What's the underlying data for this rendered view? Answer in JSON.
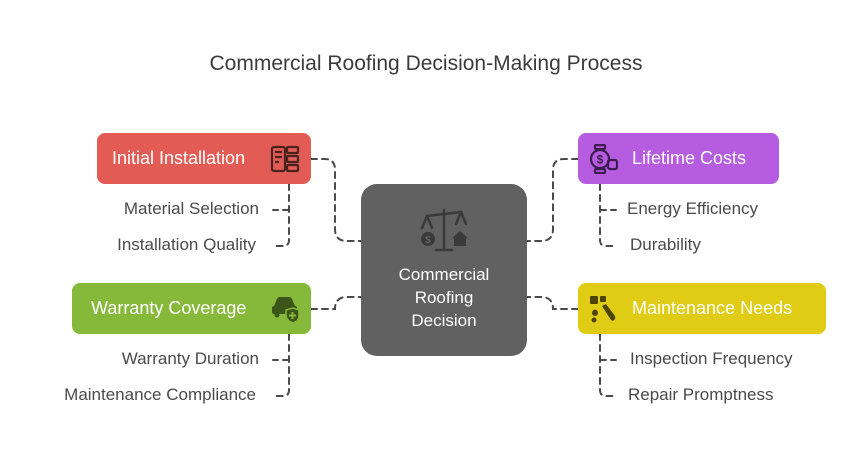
{
  "title": "Commercial Roofing Decision-Making Process",
  "center": {
    "label_lines": [
      "Commercial",
      "Roofing",
      "Decision"
    ],
    "icon": "scale-icon"
  },
  "branches": {
    "initial_installation": {
      "label": "Initial Installation",
      "color": "#e25c55",
      "icon": "installation-icon",
      "items": [
        "Material Selection",
        "Installation Quality"
      ]
    },
    "warranty_coverage": {
      "label": "Warranty Coverage",
      "color": "#86b93a",
      "icon": "car-shield-icon",
      "items": [
        "Warranty Duration",
        "Maintenance Compliance"
      ]
    },
    "lifetime_costs": {
      "label": "Lifetime Costs",
      "color": "#b55ce0",
      "icon": "cost-watch-icon",
      "items": [
        "Energy Efficiency",
        "Durability"
      ]
    },
    "maintenance_needs": {
      "label": "Maintenance Needs",
      "color": "#e0cc14",
      "icon": "tools-icon",
      "items": [
        "Inspection Frequency",
        "Repair Promptness"
      ]
    }
  }
}
